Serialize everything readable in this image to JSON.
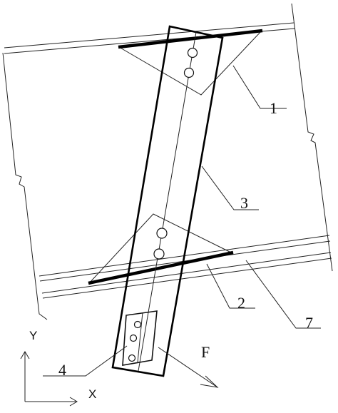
{
  "labels": {
    "part_1": "1",
    "part_2": "2",
    "part_3": "3",
    "part_4": "4",
    "part_7": "7",
    "force": "F"
  },
  "axes": {
    "x_label": "X",
    "y_label": "Y"
  }
}
